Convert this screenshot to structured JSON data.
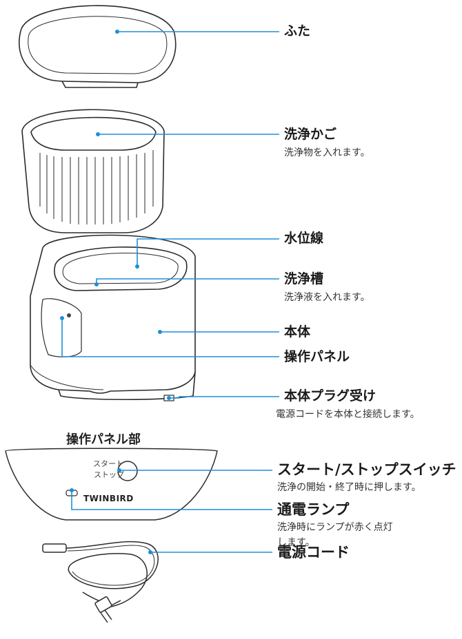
{
  "labels": {
    "lid": {
      "name": "ふた"
    },
    "basket": {
      "name": "洗浄かご",
      "desc": "洗浄物を入れます。"
    },
    "water_line": {
      "name": "水位線"
    },
    "tank": {
      "name": "洗浄槽",
      "desc": "洗浄液を入れます。"
    },
    "body": {
      "name": "本体"
    },
    "panel": {
      "name": "操作パネル"
    },
    "plug": {
      "name": "本体プラグ受け",
      "desc": "電源コードを本体と接続します。"
    },
    "switch": {
      "name": "スタート/ストップスイッチ",
      "desc": "洗浄の開始・終了時に押します。"
    },
    "lamp": {
      "name": "通電ランプ",
      "desc1": "洗浄時にランプが赤く点灯",
      "desc2": "します。"
    },
    "cord": {
      "name": "電源コード"
    }
  },
  "section_heading": "操作パネル部",
  "panel_printed": {
    "start": "スタート",
    "stop": "ストップ",
    "brand": "TWINBIRD"
  },
  "colors": {
    "leader": "#1e8fd6",
    "outline": "#2a2a2a"
  }
}
